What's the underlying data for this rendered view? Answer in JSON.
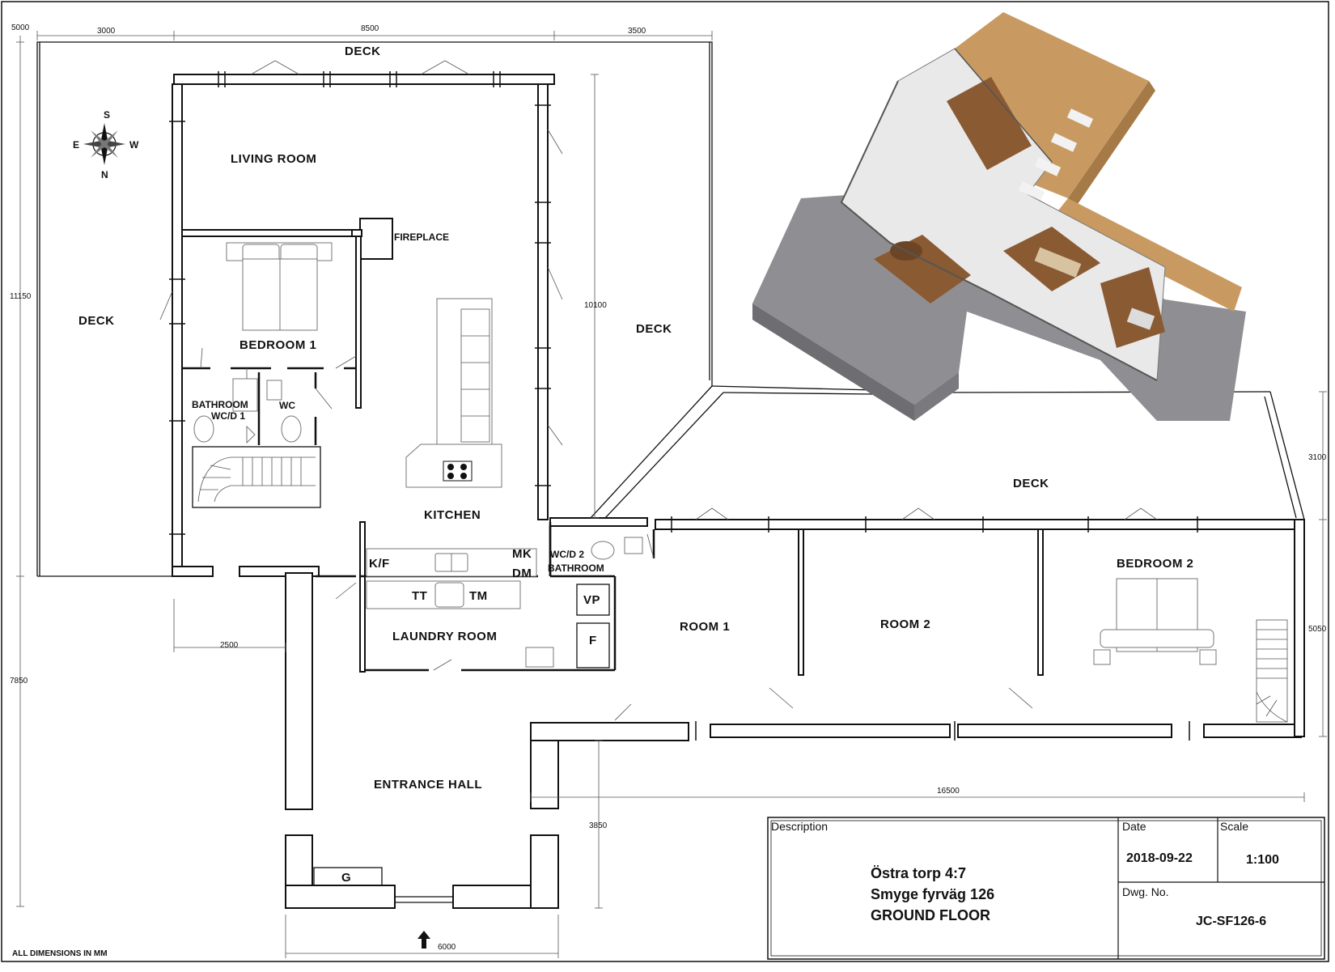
{
  "drawing": {
    "rooms": {
      "deck_top": "DECK",
      "deck_left": "DECK",
      "deck_center": "DECK",
      "deck_right": "DECK",
      "living_room": "LIVING ROOM",
      "fireplace": "FIREPLACE",
      "bedroom_1": "BEDROOM 1",
      "bathroom": "BATHROOM",
      "wcd1": "WC/D 1",
      "wc": "WC",
      "kitchen": "KITCHEN",
      "kf": "K/F",
      "mk": "MK",
      "dm": "DM",
      "wcd2": "WC/D 2",
      "bathroom2": "BATHROOM",
      "tt": "TT",
      "tm": "TM",
      "vp": "VP",
      "f": "F",
      "laundry_room": "LAUNDRY ROOM",
      "room_1": "ROOM 1",
      "room_2": "ROOM 2",
      "bedroom_2": "BEDROOM 2",
      "entrance_hall": "ENTRANCE HALL",
      "g": "G"
    },
    "dimensions": {
      "d5000": "5000",
      "d3000": "3000",
      "d8500": "8500",
      "d3500": "3500",
      "d11150": "11150",
      "d10100": "10100",
      "d2500": "2500",
      "d7850": "7850",
      "d3100": "3100",
      "d5050": "5050",
      "d16500": "16500",
      "d3850": "3850",
      "d6000": "6000"
    },
    "compass": {
      "s": "S",
      "e": "E",
      "w": "W",
      "n": "N"
    },
    "footnote": "ALL DIMENSIONS IN MM"
  },
  "title_block": {
    "description_label": "Description",
    "date_label": "Date",
    "scale_label": "Scale",
    "dwg_label": "Dwg. No.",
    "date": "2018-09-22",
    "scale": "1:100",
    "line1": "Östra torp 4:7",
    "line2": "Smyge fyrväg 126",
    "line3": "GROUND FLOOR",
    "dwg_no": "JC-SF126-6"
  },
  "colors": {
    "ink": "#111111",
    "wood_deck": "#c89a62",
    "wood_floor": "#8a5a32",
    "paving": "#8f8f93",
    "wall_render": "#e9e9e9"
  }
}
